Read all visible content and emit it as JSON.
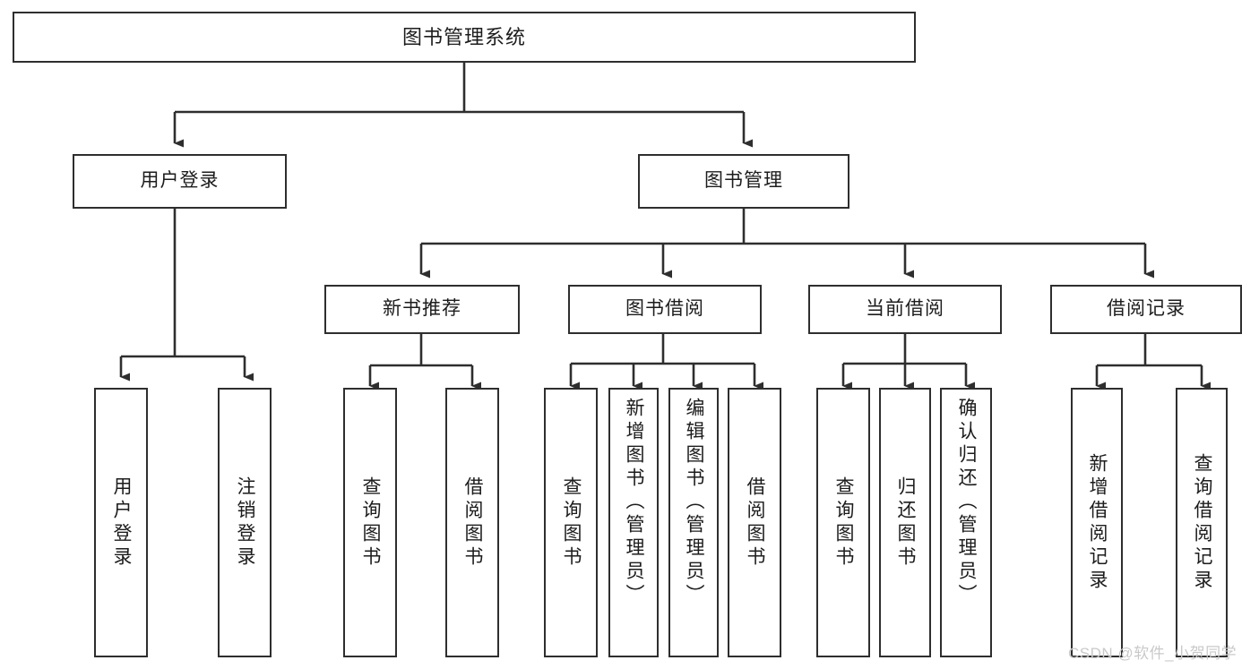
{
  "diagram": {
    "title": "图书管理系统",
    "type": "hierarchy-tree",
    "colors": {
      "border": "#2e2e2e",
      "background": "#ffffff",
      "text": "#1c1c1c",
      "watermark": "#c9c9c9"
    },
    "levels": {
      "root": {
        "label": "图书管理系统"
      },
      "level2": [
        {
          "label": "用户登录"
        },
        {
          "label": "图书管理"
        }
      ],
      "level3": [
        {
          "label": "新书推荐"
        },
        {
          "label": "图书借阅"
        },
        {
          "label": "当前借阅"
        },
        {
          "label": "借阅记录"
        }
      ],
      "leaves": {
        "user_login": [
          {
            "label": "用户登录"
          },
          {
            "label": "注销登录"
          }
        ],
        "new_book": [
          {
            "label": "查询图书"
          },
          {
            "label": "借阅图书"
          }
        ],
        "book_borrow": [
          {
            "label": "查询图书"
          },
          {
            "label": "新增图书（管理员）"
          },
          {
            "label": "编辑图书（管理员）"
          },
          {
            "label": "借阅图书"
          }
        ],
        "current_borrow": [
          {
            "label": "查询图书"
          },
          {
            "label": "归还图书"
          },
          {
            "label": "确认归还（管理员）"
          }
        ],
        "borrow_record": [
          {
            "label": "新增借阅记录"
          },
          {
            "label": "查询借阅记录"
          }
        ]
      }
    },
    "watermark": "CSDN @软件_小贺同学"
  }
}
